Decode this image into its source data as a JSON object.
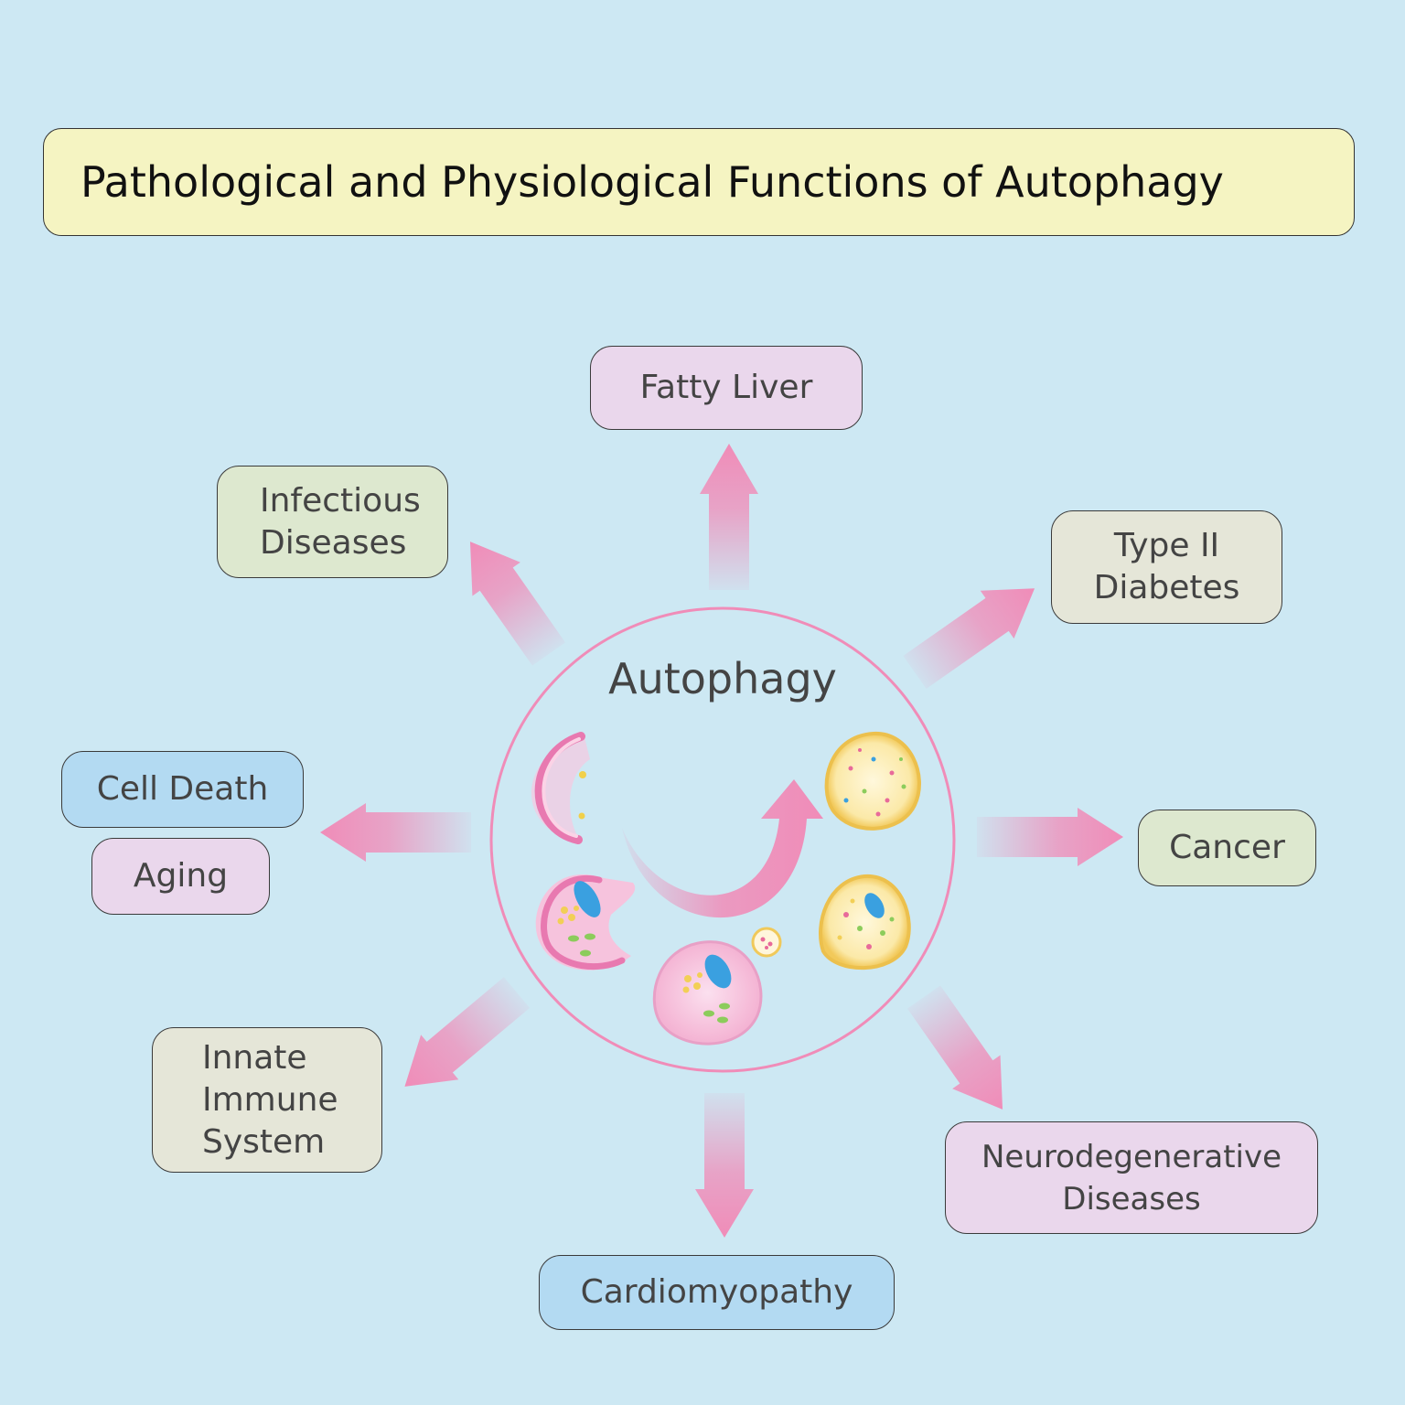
{
  "title": "Pathological and Physiological Functions of Autophagy",
  "center_label": "Autophagy",
  "nodes": {
    "fatty_liver": {
      "lines": [
        "Fatty Liver"
      ]
    },
    "infectious_diseases": {
      "lines": [
        "Infectious",
        "Diseases"
      ]
    },
    "type2_diabetes": {
      "lines": [
        "Type II",
        "Diabetes"
      ]
    },
    "cell_death": {
      "lines": [
        "Cell Death"
      ]
    },
    "aging": {
      "lines": [
        "Aging"
      ]
    },
    "cancer": {
      "lines": [
        "Cancer"
      ]
    },
    "innate_immune_system": {
      "lines": [
        "Innate",
        "Immune",
        "System"
      ]
    },
    "neurodegenerative_diseases": {
      "lines": [
        "Neurodegenerative",
        "Diseases"
      ]
    },
    "cardiomyopathy": {
      "lines": [
        "Cardiomyopathy"
      ]
    }
  },
  "colors": {
    "background": "#cde8f3",
    "title_fill": "#f5f4c2",
    "arrow": "#f08cb8",
    "circle_stroke": "#f08cb8",
    "pink_box": "#ead7ec",
    "green_box": "#dde8cf",
    "gray_box": "#e5e6d8",
    "blue_box": "#b3daf2"
  }
}
